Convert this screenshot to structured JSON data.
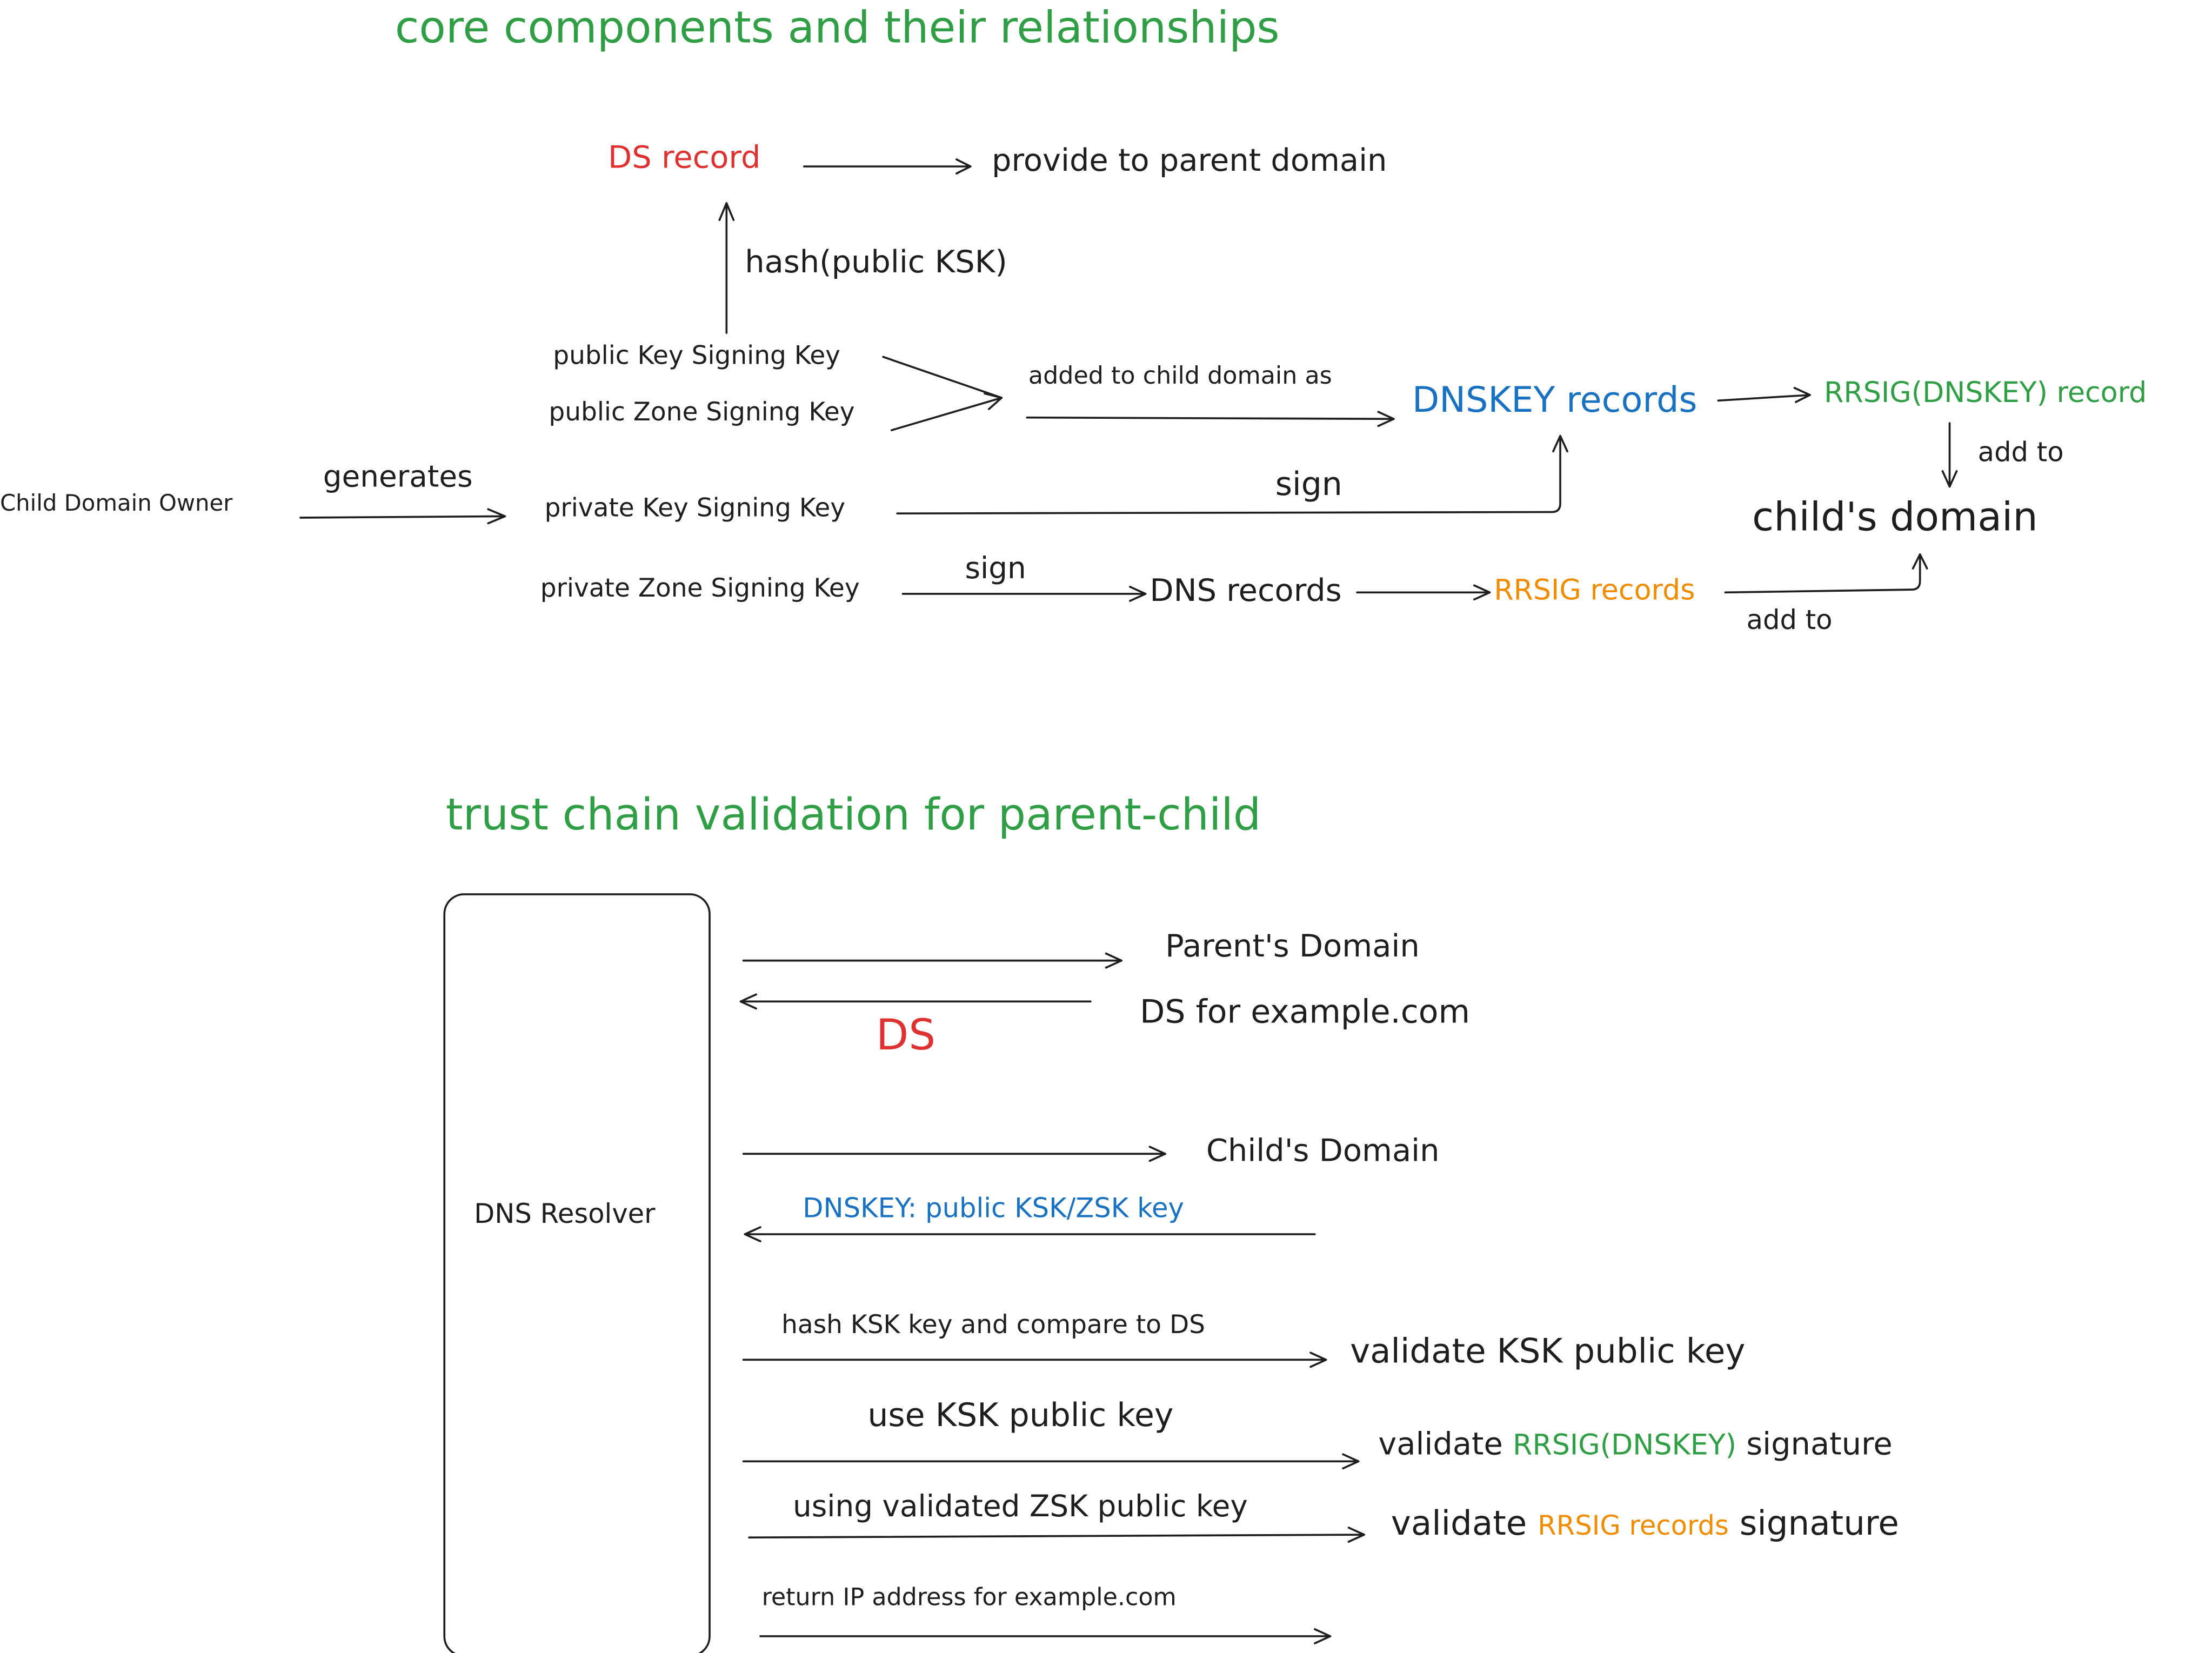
{
  "colors": {
    "ink": "#1e1e1e",
    "green": "#2f9e44",
    "red": "#e03131",
    "blue": "#1971c2",
    "orange": "#f08c00"
  },
  "section1": {
    "title": "core components and their relationships",
    "ds_record": "DS record",
    "provide_to_parent": "provide to parent domain",
    "hash_public_ksk": "hash(public KSK)",
    "public_ksk": "public Key Signing Key",
    "public_zsk": "public Zone Signing Key",
    "added_to_child": "added to child domain as",
    "dnskey_records": "DNSKEY records",
    "rrsig_dnskey_record": "RRSIG(DNSKEY) record",
    "add_to_1": "add to",
    "child_domain_owner": "Child Domain Owner",
    "generates": "generates",
    "private_ksk": "private Key Signing Key",
    "sign_1": "sign",
    "childs_domain": "child's domain",
    "private_zsk": "private Zone Signing Key",
    "sign_2": "sign",
    "dns_records": "DNS records",
    "rrsig_records": "RRSIG records",
    "add_to_2": "add to"
  },
  "section2": {
    "title": "trust chain validation for parent-child",
    "resolver": "DNS Resolver",
    "parents_domain": "Parent's Domain",
    "ds_for_example": "DS for example.com",
    "ds": "DS",
    "childs_domain": "Child's Domain",
    "dnskey_keys": "DNSKEY: public KSK/ZSK key",
    "hash_compare": "hash KSK key and compare to DS",
    "validate_ksk": "validate KSK public key",
    "use_ksk": "use KSK public key",
    "validate_word_1": "validate",
    "rrsig_dnskey": "RRSIG(DNSKEY)",
    "signature_1": "signature",
    "using_zsk": "using validated ZSK public key",
    "validate_word_2": "validate",
    "rrsig_records": "RRSIG records",
    "signature_2": "signature",
    "return_ip": "return IP address for example.com"
  }
}
